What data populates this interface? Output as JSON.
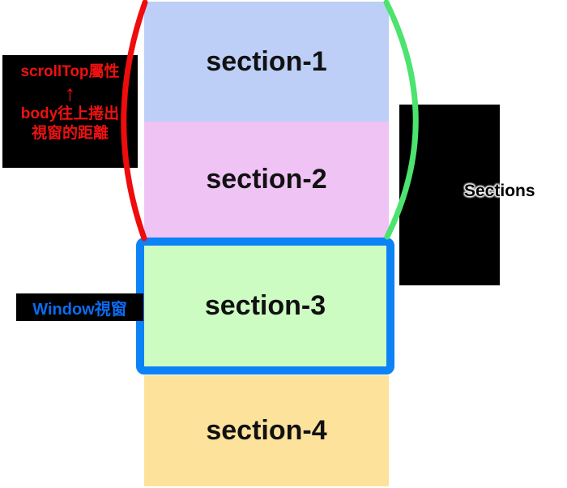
{
  "sections": [
    {
      "label": "section-1",
      "color": "#bdcff7"
    },
    {
      "label": "section-2",
      "color": "#f0c3f5"
    },
    {
      "label": "section-3",
      "color": "#cdfcc2"
    },
    {
      "label": "section-4",
      "color": "#fde29c"
    }
  ],
  "annotations": {
    "scroll_top": {
      "line1": "scrollTop屬性",
      "arrow": "↑",
      "line2": "body往上捲出",
      "line3": "視窗的距離",
      "text_color": "#ee1111"
    },
    "window_label": {
      "text": "Window視窗",
      "text_color": "#0b6bf0"
    },
    "right_label": {
      "text": "Sections"
    }
  },
  "colors": {
    "viewport_border": "#0c82f7",
    "scrolled_brace": "#ee0c0c",
    "content_brace": "#4ce36e",
    "annotation_bg": "#000000"
  }
}
